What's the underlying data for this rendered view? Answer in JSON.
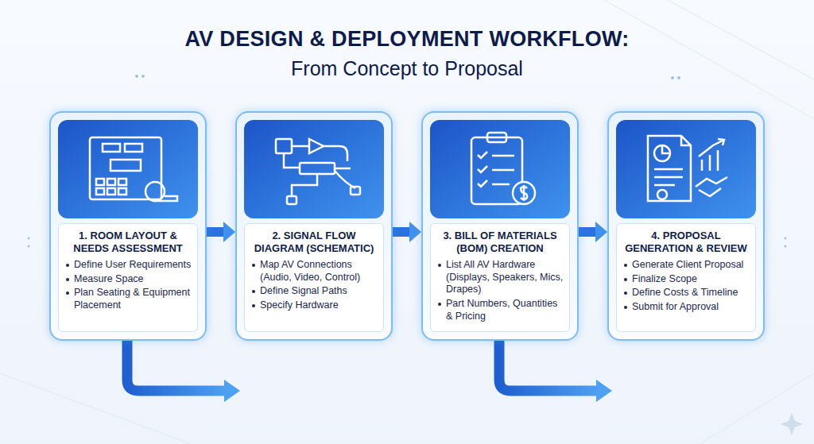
{
  "diagram": {
    "title": "AV DESIGN & DEPLOYMENT WORKFLOW:",
    "nodes": [
      {
        "text": [
          "1. ROOM LAYOUT & NEEDS ASSESSMENT",
          "Define User Requirements",
          "Measure Space",
          "Plan Seating & Equipment Placement"
        ]
      },
      {
        "text": [
          "2. SIGNAL FLOW DIAGRAM (SCHEMATIC)",
          "Map AV Connections (Audio, Video, Control)",
          "Define Signal Paths",
          "Specify Hardware"
        ]
      },
      {
        "text": [
          "3. BILL OF MATERIALS (BOM) CREATION",
          "List All AV Hardware (Displays, Speakers, Mics, Drapes)",
          "Part Numbers, Quantities & Pricing"
        ]
      },
      {
        "text": [
          "4. PROPOSAL GENERATION & REVIEW",
          "Generate Client Proposal",
          "Finalize Scope",
          "Define Costs & Timeline",
          "Submit for Approval"
        ]
      }
    ],
    "edges": [
      {
        "from": 0,
        "to": 1,
        "arrow": "to"
      },
      {
        "from": 1,
        "to": 2,
        "arrow": "to"
      },
      {
        "from": 2,
        "to": 3,
        "arrow": "to"
      }
    ],
    "labels": [
      "From Concept to Proposal"
    ]
  }
}
